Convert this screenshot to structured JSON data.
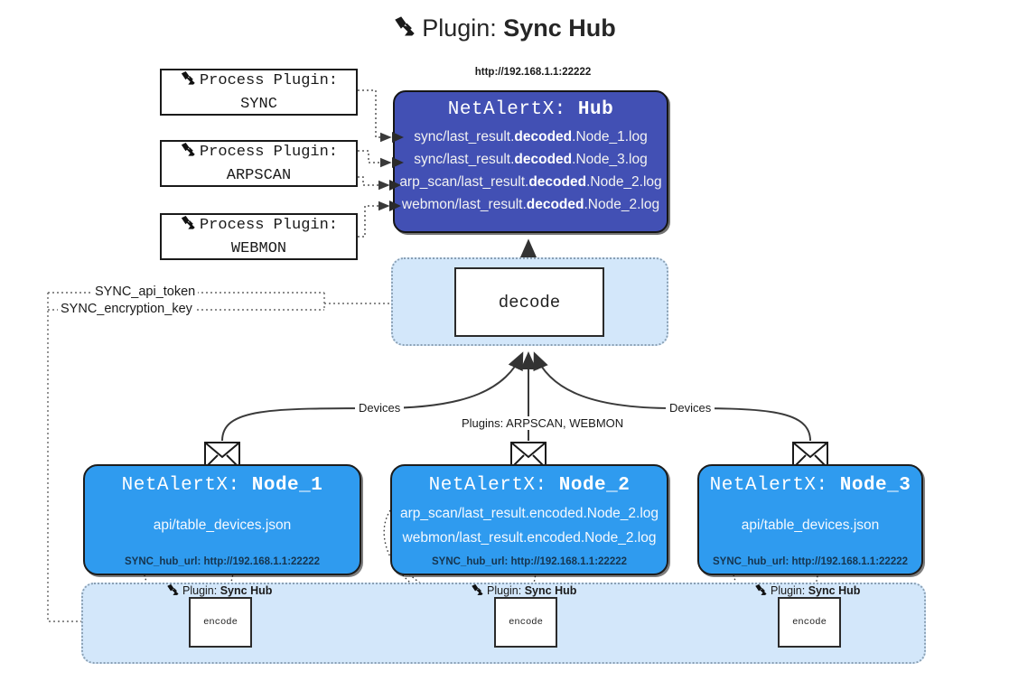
{
  "title": {
    "prefix": "Plugin:",
    "name": "Sync Hub",
    "icon": "plug-icon"
  },
  "process_plugins": [
    {
      "line1": "Process Plugin:",
      "line2": "SYNC"
    },
    {
      "line1": "Process Plugin:",
      "line2": "ARPSCAN"
    },
    {
      "line1": "Process Plugin:",
      "line2": "WEBMON"
    }
  ],
  "hub": {
    "url": "http://192.168.1.1:22222",
    "title_prefix": "NetAlertX:",
    "title_name": "Hub",
    "logs": [
      {
        "pre": "sync/last_result.",
        "mid": "decoded",
        "post": ".Node_1.log"
      },
      {
        "pre": "sync/last_result.",
        "mid": "decoded",
        "post": ".Node_3.log"
      },
      {
        "pre": "arp_scan/last_result.",
        "mid": "decoded",
        "post": ".Node_2.log"
      },
      {
        "pre": "webmon/last_result.",
        "mid": "decoded",
        "post": ".Node_2.log"
      }
    ]
  },
  "decode": {
    "label": "decode"
  },
  "env_vars": [
    {
      "label": "SYNC_api_token"
    },
    {
      "label": "SYNC_encryption_key"
    }
  ],
  "edge_labels": {
    "left_devices": "Devices",
    "center_plugins": "Plugins: ARPSCAN, WEBMON",
    "right_devices": "Devices"
  },
  "nodes": [
    {
      "title_prefix": "NetAlertX:",
      "title_name": "Node_1",
      "lines": [
        "api/table_devices.json"
      ],
      "footer": "SYNC_hub_url: http://192.168.1.1:22222",
      "icon": "envelope-icon"
    },
    {
      "title_prefix": "NetAlertX:",
      "title_name": "Node_2",
      "lines": [
        "arp_scan/last_result.encoded.Node_2.log",
        "webmon/last_result.encoded.Node_2.log"
      ],
      "footer": "SYNC_hub_url: http://192.168.1.1:22222",
      "icon": "envelope-icon"
    },
    {
      "title_prefix": "NetAlertX:",
      "title_name": "Node_3",
      "lines": [
        "api/table_devices.json"
      ],
      "footer": "SYNC_hub_url: http://192.168.1.1:22222",
      "icon": "envelope-icon"
    }
  ],
  "encoders": [
    {
      "plugin_prefix": "Plugin:",
      "plugin_name": "Sync Hub",
      "box_label": "encode"
    },
    {
      "plugin_prefix": "Plugin:",
      "plugin_name": "Sync Hub",
      "box_label": "encode"
    },
    {
      "plugin_prefix": "Plugin:",
      "plugin_name": "Sync Hub",
      "box_label": "encode"
    }
  ],
  "colors": {
    "hub_fill": "#4250b4",
    "node_fill": "#2f9bef",
    "band_fill": "#d3e7fa",
    "band_border": "#8aa0b4",
    "stroke": "#2b2b2b"
  }
}
